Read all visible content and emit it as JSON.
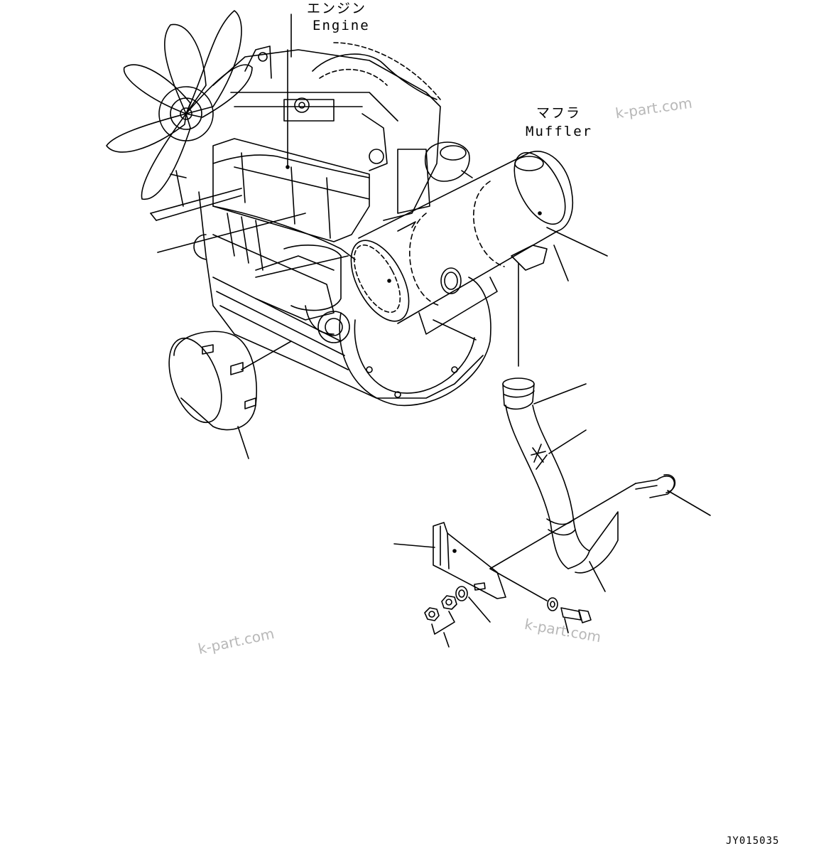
{
  "labels": {
    "engine_jp": "エンジン",
    "engine_en": "Engine",
    "muffler_jp": "マフラ",
    "muffler_en": "Muffler"
  },
  "watermarks": [
    "k-part.com",
    "k-part.com",
    "k-part.com"
  ],
  "drawing_code": "JY015035",
  "colors": {
    "line": "#000000",
    "watermark": "#b8b8b8",
    "background": "#ffffff"
  }
}
